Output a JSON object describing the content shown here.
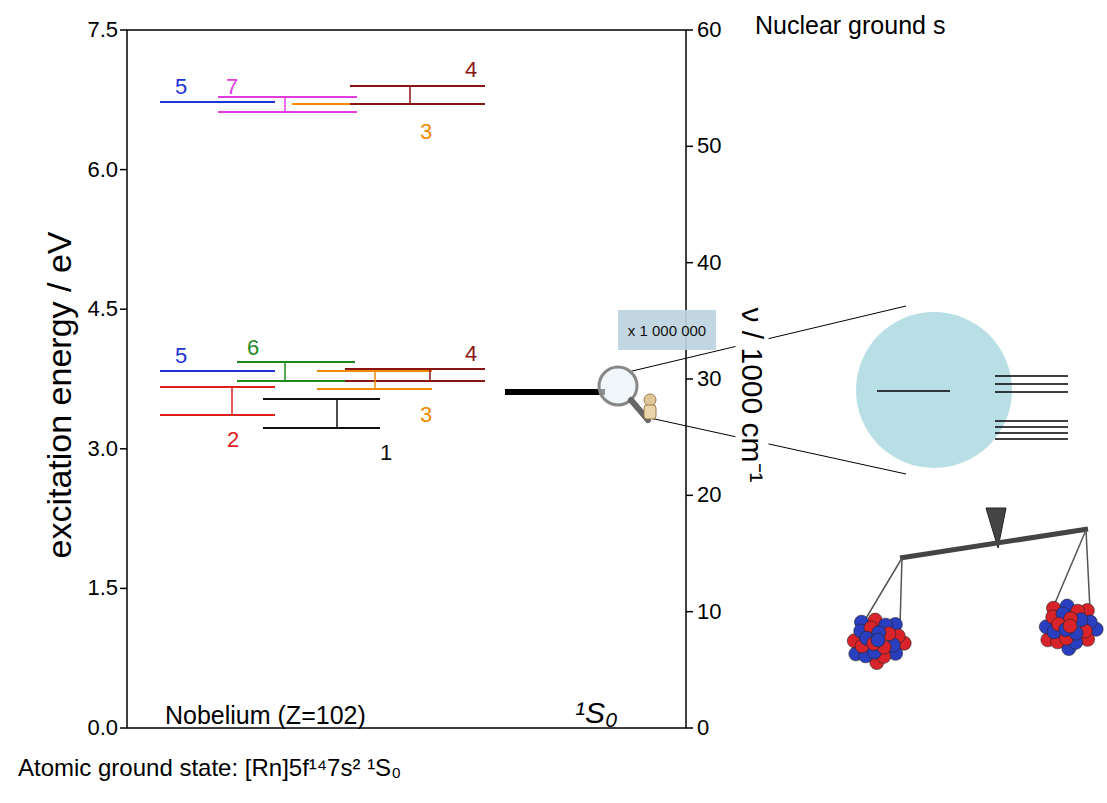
{
  "diagram": {
    "nodes": [
      {
        "text": [
          "x 1 000 000"
        ]
      }
    ],
    "labels": [
      "Nuclear ground s",
      "7.5",
      "6.0",
      "4.5",
      "3.0",
      "1.5",
      "0.0",
      "excitation energy / eV",
      "60",
      "50",
      "40",
      "30",
      "20",
      "10",
      "0",
      "ν / 1000 cm⁻¹",
      "5",
      "7",
      "4",
      "3",
      "5",
      "6",
      "4",
      "2",
      "3",
      "1",
      "Nobelium (Z=102)",
      "¹S₀",
      "Atomic ground state: [Rn]5f¹⁴7s² ¹S₀"
    ]
  }
}
